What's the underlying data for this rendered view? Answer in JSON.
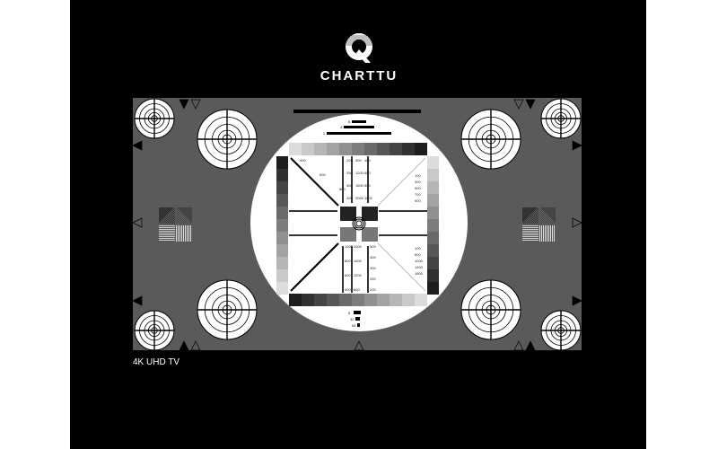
{
  "logo": {
    "text": "CHARTTU",
    "icon": "q-globe-logo-icon"
  },
  "label": "4K UHD TV",
  "colors": {
    "background": "#000000",
    "panel": "#5a5a5a",
    "circle": "#ffffff",
    "marks": "#000000"
  },
  "wedge_labels": {
    "top": [
      "200",
      "250",
      "300",
      "400",
      "300",
      "1200",
      "1600",
      "2000",
      "400",
      "600",
      "800",
      "1000"
    ],
    "bottom": [
      "1000",
      "800",
      "600",
      "400",
      "2000",
      "1600",
      "1200",
      "800",
      "500",
      "400",
      "300",
      "250",
      "200"
    ],
    "right": [
      "100",
      "300",
      "500",
      "700",
      "900"
    ],
    "right_lower": [
      "100",
      "800",
      "1000",
      "1400",
      "1800"
    ],
    "diagonal": [
      "400",
      "600",
      "800"
    ]
  },
  "bar_labels": [
    "8",
    "4",
    "2"
  ],
  "bar_labels_bottom": [
    "8",
    "32",
    "64"
  ]
}
